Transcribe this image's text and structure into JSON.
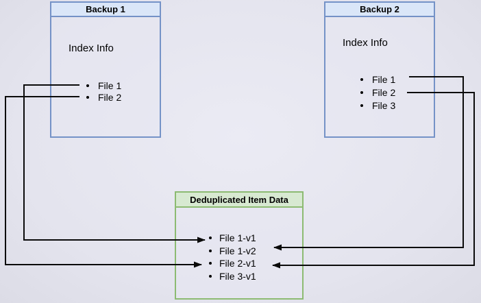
{
  "boxes": {
    "backup1": {
      "title": "Backup 1",
      "subtitle": "Index Info",
      "files": [
        "File 1",
        "File 2"
      ]
    },
    "backup2": {
      "title": "Backup 2",
      "subtitle": "Index Info",
      "files": [
        "File 1",
        "File 2",
        "File 3"
      ]
    },
    "dedup": {
      "title": "Deduplicated Item Data",
      "files": [
        "File 1-v1",
        "File 1-v2",
        "File 2-v1",
        "File 3-v1"
      ]
    }
  },
  "colors": {
    "blue_border": "#7492c7",
    "blue_header_bg": "#dae6f8",
    "green_border": "#8cbb72",
    "green_header_bg": "#d7e9d1",
    "arrow": "#0a0a0a",
    "background": "#e4e4ee"
  },
  "arrows": [
    {
      "from": "Backup 1 / File 1",
      "to": "Deduplicated Item Data / File 1-v1"
    },
    {
      "from": "Backup 1 / File 2",
      "to": "Deduplicated Item Data / File 2-v1"
    },
    {
      "from": "Backup 2 / File 1",
      "to": "Deduplicated Item Data / File 1-v2"
    },
    {
      "from": "Backup 2 / File 2",
      "to": "Deduplicated Item Data / File 2-v1"
    }
  ]
}
